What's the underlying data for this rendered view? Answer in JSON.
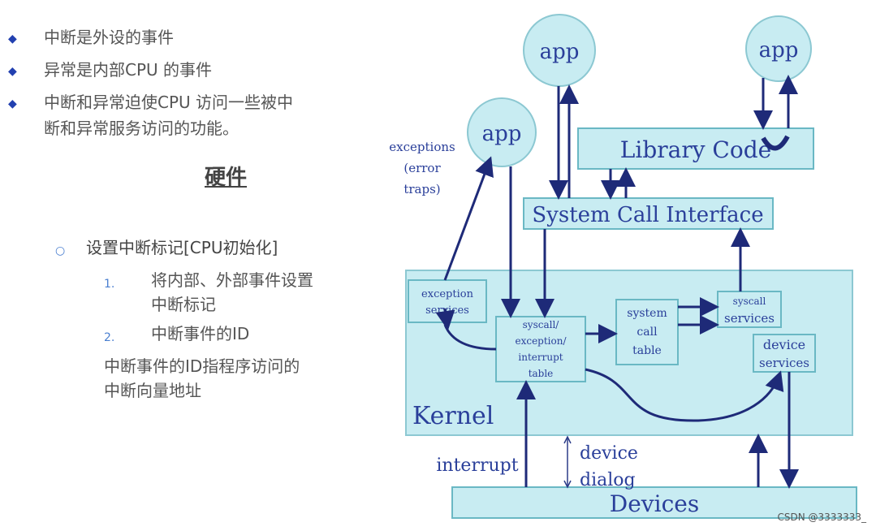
{
  "left": {
    "bullets": [
      "中断是外设的事件",
      "异常是内部CPU 的事件",
      "中断和异常迫使CPU 访问一些被中",
      "断和异常服务访问的功能。"
    ],
    "heading": "硬件",
    "sub_bullet": "设置中断标记[CPU初始化]",
    "numbered": [
      {
        "num": "1.",
        "lines": [
          "将内部、外部事件设置",
          "中断标记"
        ]
      },
      {
        "num": "2.",
        "lines": [
          "中断事件的ID"
        ]
      }
    ],
    "note": [
      "中断事件的ID指程序访问的",
      "中断向量地址"
    ]
  },
  "diagram": {
    "app_left": "app",
    "app_center": "app",
    "app_right": "app",
    "library_code": "Library Code",
    "system_call_interface": "System Call Interface",
    "exceptions_label": [
      "exceptions",
      "(error",
      "traps)"
    ],
    "exception_services": [
      "exception",
      "services"
    ],
    "handler_table": [
      "syscall/",
      "exception/",
      "interrupt",
      "table"
    ],
    "system_call_table": [
      "system",
      "call",
      "table"
    ],
    "syscall_services": [
      "syscall",
      "services"
    ],
    "device_services": [
      "device",
      "services"
    ],
    "kernel": "Kernel",
    "interrupt": "interrupt",
    "device_dialog": [
      "device",
      "dialog"
    ],
    "devices": "Devices"
  },
  "watermark": "CSDN @3333333_"
}
